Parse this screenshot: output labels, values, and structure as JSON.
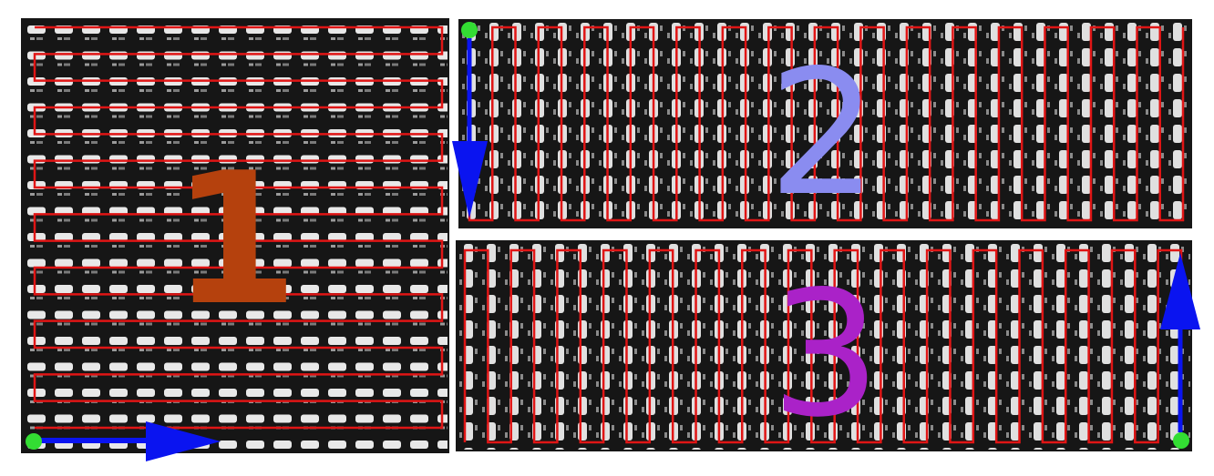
{
  "panels": [
    {
      "label": "1",
      "label_color": "#b5410d",
      "orientation": "horizontal",
      "start_corner": "bottom-left",
      "arrow_direction": "right",
      "rows": 16,
      "cols": 16
    },
    {
      "label": "2",
      "label_color": "#8a8cf0",
      "orientation": "vertical",
      "start_corner": "top-left",
      "arrow_direction": "down",
      "rows": 8,
      "cols": 32
    },
    {
      "label": "3",
      "label_color": "#aa22c8",
      "orientation": "vertical",
      "start_corner": "bottom-right",
      "arrow_direction": "up",
      "rows": 8,
      "cols": 32
    }
  ],
  "colors": {
    "path": "#e01515",
    "arrow": "#0a14f0",
    "start_dot": "#33dd33",
    "panel_bg": "#161616",
    "led": "#e8e8e8"
  }
}
